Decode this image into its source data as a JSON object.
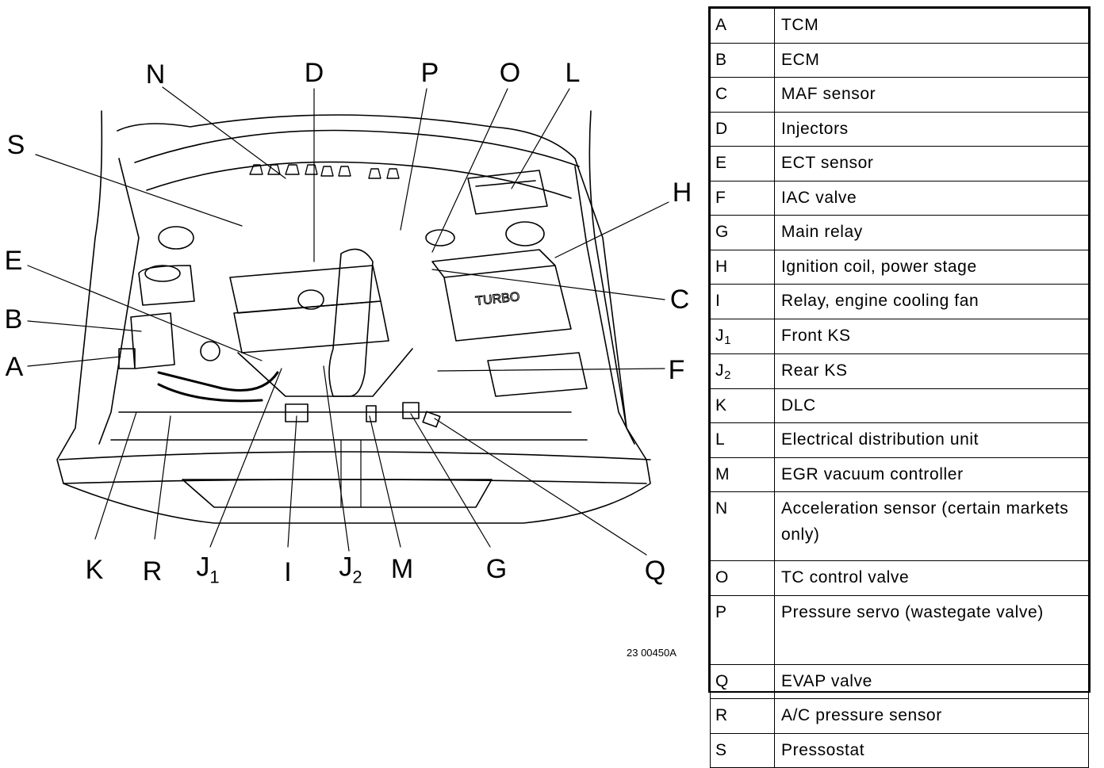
{
  "figure_ref": "23 00450A",
  "callouts": [
    {
      "id": "N",
      "label": "N"
    },
    {
      "id": "D",
      "label": "D"
    },
    {
      "id": "P",
      "label": "P"
    },
    {
      "id": "O",
      "label": "O"
    },
    {
      "id": "L",
      "label": "L"
    },
    {
      "id": "S",
      "label": "S"
    },
    {
      "id": "H",
      "label": "H"
    },
    {
      "id": "E",
      "label": "E"
    },
    {
      "id": "C",
      "label": "C"
    },
    {
      "id": "B",
      "label": "B"
    },
    {
      "id": "A",
      "label": "A"
    },
    {
      "id": "F",
      "label": "F"
    },
    {
      "id": "K",
      "label": "K"
    },
    {
      "id": "R",
      "label": "R"
    },
    {
      "id": "J1",
      "label": "J",
      "sub": "1"
    },
    {
      "id": "I",
      "label": "I"
    },
    {
      "id": "J2",
      "label": "J",
      "sub": "2"
    },
    {
      "id": "M",
      "label": "M"
    },
    {
      "id": "G",
      "label": "G"
    },
    {
      "id": "Q",
      "label": "Q"
    }
  ],
  "legend": [
    {
      "code": "A",
      "text": "TCM"
    },
    {
      "code": "B",
      "text": "ECM"
    },
    {
      "code": "C",
      "text": "MAF sensor"
    },
    {
      "code": "D",
      "text": "Injectors"
    },
    {
      "code": "E",
      "text": "ECT sensor"
    },
    {
      "code": "F",
      "text": "IAC valve"
    },
    {
      "code": "G",
      "text": "Main relay"
    },
    {
      "code": "H",
      "text": "Ignition coil, power stage"
    },
    {
      "code": "I",
      "text": "Relay, engine cooling fan"
    },
    {
      "code": "J",
      "code_sub": "1",
      "text": "Front KS"
    },
    {
      "code": "J",
      "code_sub": "2",
      "text": "Rear KS"
    },
    {
      "code": "K",
      "text": "DLC"
    },
    {
      "code": "L",
      "text": "Electrical distribution unit"
    },
    {
      "code": "M",
      "text": "EGR vacuum controller"
    },
    {
      "code": "N",
      "text": "Acceleration sensor (certain markets only)"
    },
    {
      "code": "O",
      "text": "TC control valve"
    },
    {
      "code": "P",
      "text": "Pressure servo (wastegate valve)"
    },
    {
      "code": "Q",
      "text": "EVAP valve"
    },
    {
      "code": "R",
      "text": "A/C pressure sensor"
    },
    {
      "code": "S",
      "text": "Pressostat"
    }
  ]
}
